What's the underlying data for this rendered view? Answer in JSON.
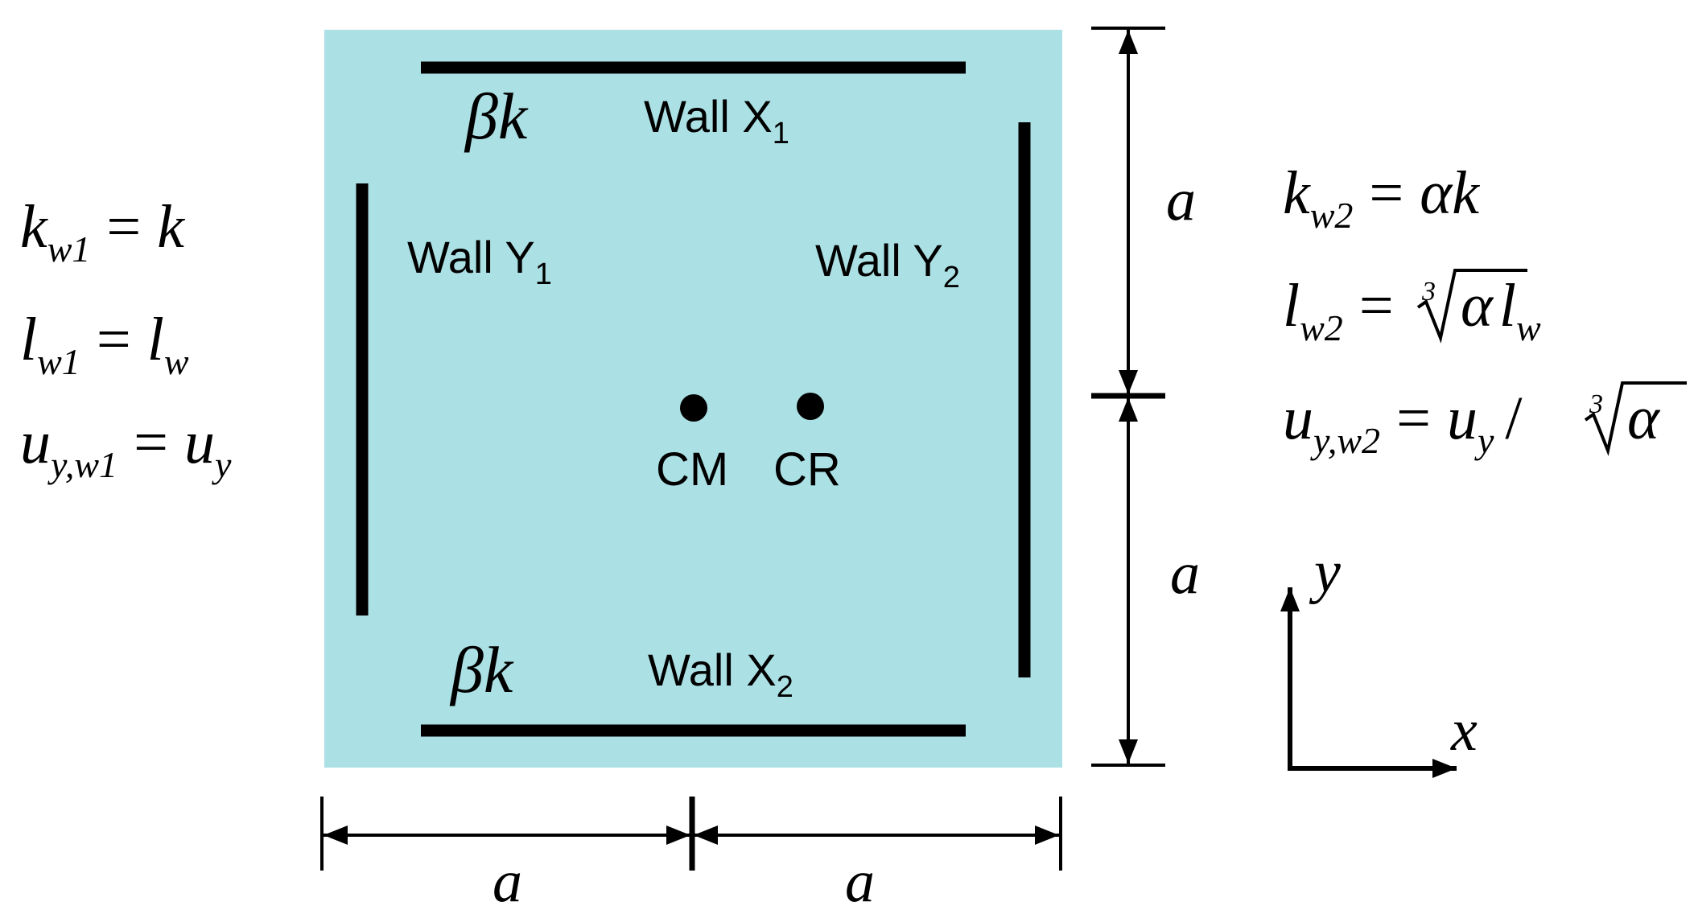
{
  "colors": {
    "floor": "#ABE0E4",
    "ink": "#000000",
    "background": "#FFFFFF"
  },
  "walls": {
    "x1": {
      "coef": "β",
      "k": "k",
      "name": "Wall X",
      "sub": "1"
    },
    "x2": {
      "coef": "β",
      "k": "k",
      "name": "Wall X",
      "sub": "2"
    },
    "y1": {
      "name": "Wall Y",
      "sub": "1"
    },
    "y2": {
      "name": "Wall Y",
      "sub": "2"
    }
  },
  "centers": {
    "cm": "CM",
    "cr": "CR"
  },
  "dimensions": {
    "a": "a"
  },
  "axes": {
    "x": "x",
    "y": "y"
  },
  "left_equations": {
    "k": {
      "base": "k",
      "sub": "w1",
      "eq": "=",
      "rhs": "k"
    },
    "l": {
      "base": "l",
      "sub": "w1",
      "eq": "=",
      "rhs": "l",
      "rhs_sub": "w"
    },
    "u": {
      "base": "u",
      "sub": "y,w1",
      "eq": "=",
      "rhs": "u",
      "rhs_sub": "y"
    }
  },
  "right_equations": {
    "k": {
      "base": "k",
      "sub": "w2",
      "eq": "=",
      "rhs_coef": "α",
      "rhs": "k"
    },
    "l": {
      "base": "l",
      "sub": "w2",
      "eq": "=",
      "root_index": "3",
      "radicand": "α",
      "rhs": "l",
      "rhs_sub": "w"
    },
    "u": {
      "base": "u",
      "sub": "y,w2",
      "eq": "=",
      "rhs": "u",
      "rhs_sub": "y",
      "slash": "/",
      "root_index": "3",
      "radicand": "α"
    }
  }
}
